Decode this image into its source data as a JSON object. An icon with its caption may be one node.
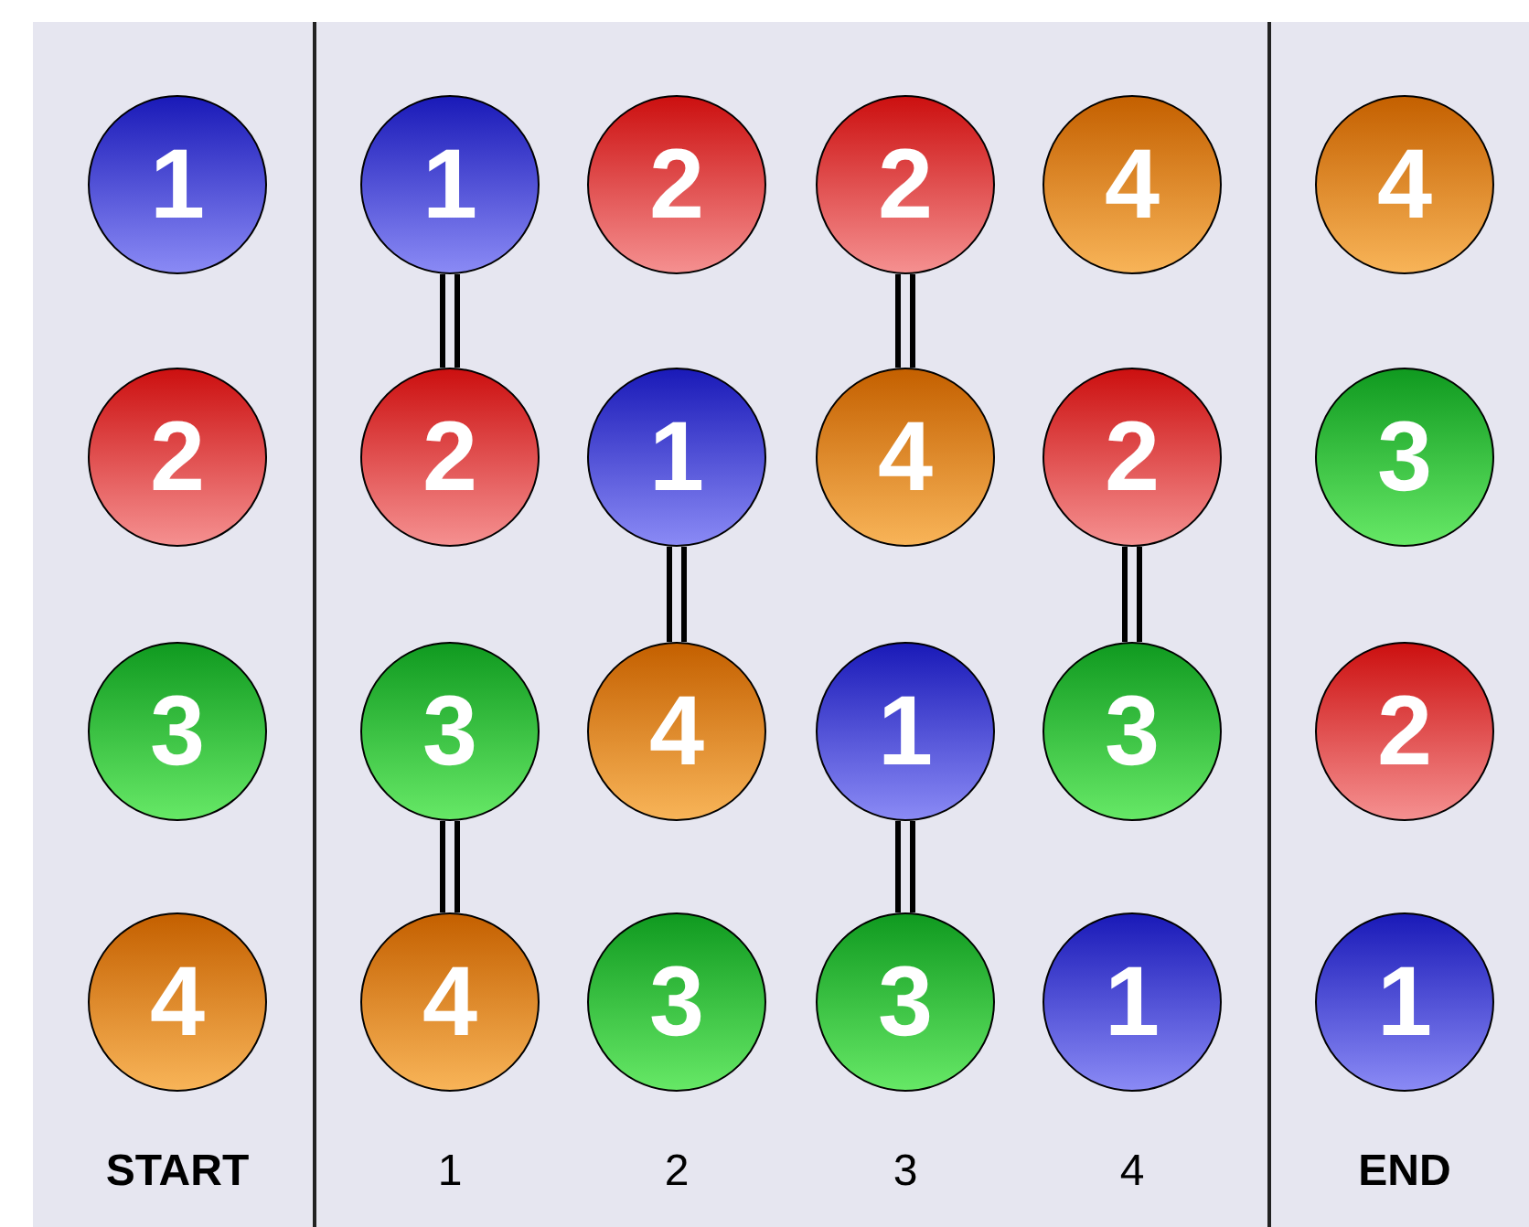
{
  "diagram": {
    "nodes": [
      {
        "text": [
          "1"
        ]
      },
      {
        "text": [
          "1"
        ]
      },
      {
        "text": [
          "2"
        ]
      },
      {
        "text": [
          "2"
        ]
      },
      {
        "text": [
          "4"
        ]
      },
      {
        "text": [
          "4"
        ]
      },
      {
        "text": [
          "2"
        ]
      },
      {
        "text": [
          "2"
        ]
      },
      {
        "text": [
          "1"
        ]
      },
      {
        "text": [
          "4"
        ]
      },
      {
        "text": [
          "2"
        ]
      },
      {
        "text": [
          "3"
        ]
      },
      {
        "text": [
          "3"
        ]
      },
      {
        "text": [
          "3"
        ]
      },
      {
        "text": [
          "4"
        ]
      },
      {
        "text": [
          "1"
        ]
      },
      {
        "text": [
          "3"
        ]
      },
      {
        "text": [
          "2"
        ]
      },
      {
        "text": [
          "4"
        ]
      },
      {
        "text": [
          "4"
        ]
      },
      {
        "text": [
          "3"
        ]
      },
      {
        "text": [
          "3"
        ]
      },
      {
        "text": [
          "1"
        ]
      },
      {
        "text": [
          "1"
        ]
      }
    ],
    "edges": [
      {
        "from": 1,
        "to": 7,
        "arrow": "none"
      },
      {
        "from": 3,
        "to": 9,
        "arrow": "none"
      },
      {
        "from": 8,
        "to": 14,
        "arrow": "none"
      },
      {
        "from": 10,
        "to": 16,
        "arrow": "none"
      },
      {
        "from": 13,
        "to": 19,
        "arrow": "none"
      },
      {
        "from": 15,
        "to": 21,
        "arrow": "none"
      }
    ],
    "labels": [
      "START",
      "1",
      "2",
      "3",
      "4",
      "END"
    ]
  }
}
